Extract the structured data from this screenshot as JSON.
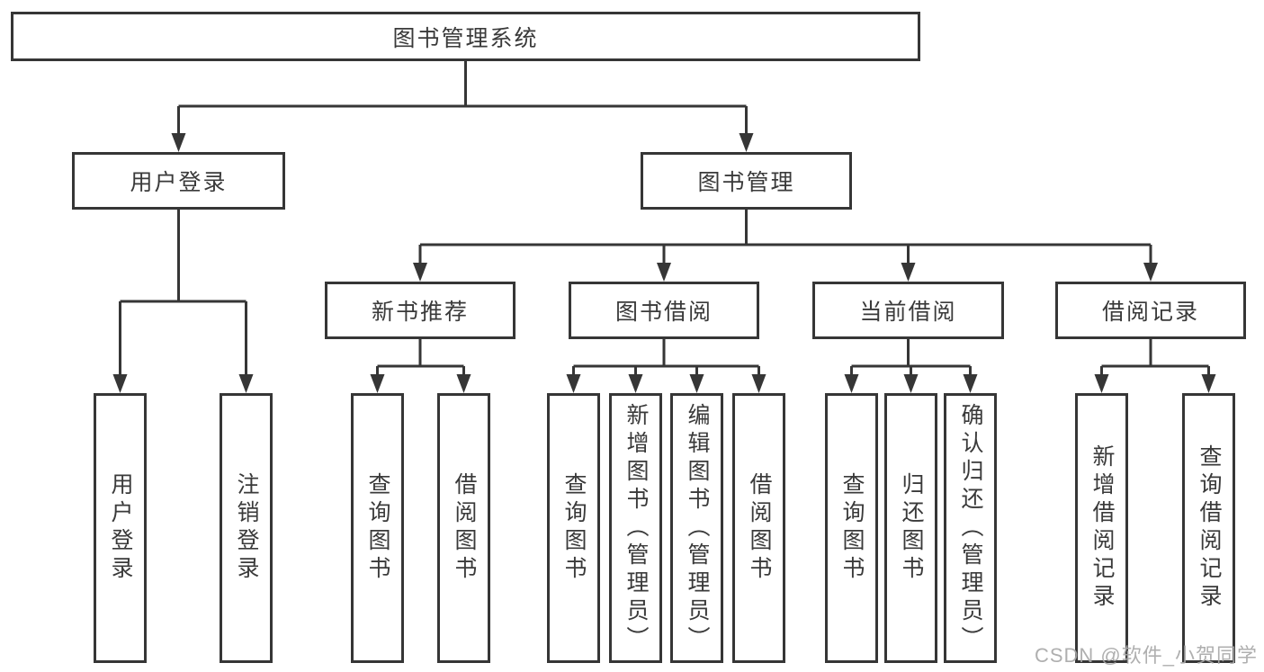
{
  "tree": {
    "label": "图书管理系统",
    "children": [
      {
        "label": "用户登录",
        "children": [
          {
            "label": "用户登录"
          },
          {
            "label": "注销登录"
          }
        ]
      },
      {
        "label": "图书管理",
        "children": [
          {
            "label": "新书推荐",
            "children": [
              {
                "label": "查询图书"
              },
              {
                "label": "借阅图书"
              }
            ]
          },
          {
            "label": "图书借阅",
            "children": [
              {
                "label": "查询图书"
              },
              {
                "label": "新增图书（管理员）"
              },
              {
                "label": "编辑图书（管理员）"
              },
              {
                "label": "借阅图书"
              }
            ]
          },
          {
            "label": "当前借阅",
            "children": [
              {
                "label": "查询图书"
              },
              {
                "label": "归还图书"
              },
              {
                "label": "确认归还（管理员）"
              }
            ]
          },
          {
            "label": "借阅记录",
            "children": [
              {
                "label": "新增借阅记录"
              },
              {
                "label": "查询借阅记录"
              }
            ]
          }
        ]
      }
    ]
  },
  "watermark": {
    "text": "CSDN @软件_小贺同学"
  },
  "colors": {
    "border": "#363636",
    "text": "#3a3a3a",
    "connector": "#363636",
    "watermark": "#a8a8a8",
    "background": "#ffffff"
  }
}
